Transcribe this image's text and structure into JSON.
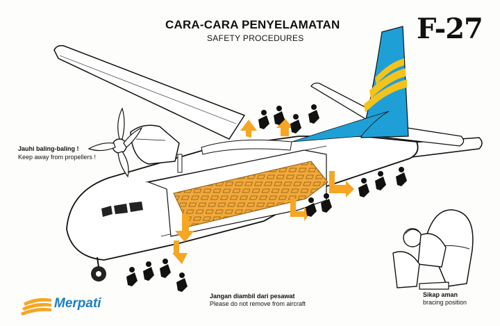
{
  "header": {
    "title": "CARA-CARA PENYELAMATAN",
    "subtitle": "SAFETY PROCEDURES",
    "model": "F-27"
  },
  "propeller_warning": {
    "title": "Jauhi baling-baling !",
    "text": "Keep away from propellers !"
  },
  "removal_notice": {
    "title": "Jangan diambil dari pesawat",
    "text": "Please do not remove from aircraft"
  },
  "bracing": {
    "title": "Sikap aman",
    "text": "bracing position"
  },
  "brand": {
    "name": "Merpati"
  },
  "colors": {
    "tail_blue": "#1ea0d6",
    "tail_yellow": "#f4c21b",
    "arrow_orange": "#f6a623",
    "cabin_orange": "#f2a93b",
    "brand_blue": "#1b7fc3"
  },
  "icons": [
    "propeller-icon",
    "emergency-arrow-icon",
    "evacuee-icon",
    "brace-position-icon",
    "merpati-logo-icon"
  ]
}
